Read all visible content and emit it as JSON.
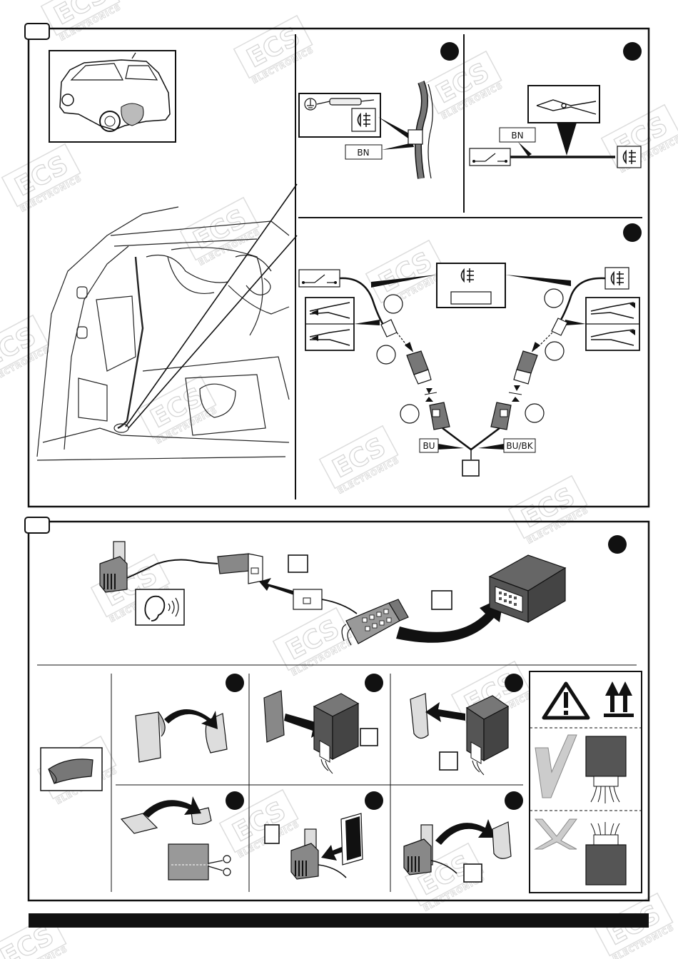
{
  "watermark": {
    "logo": "ECS",
    "text": "ELECTRONICS"
  },
  "wire_labels": {
    "top_left_bn": "BN",
    "top_right_bn": "BN",
    "bottom_left": "BU",
    "bottom_right": "BU/BK"
  },
  "icons": {
    "ground": "ground-icon",
    "fog_lamp": "rear-fog-lamp-icon",
    "switch": "switch-icon",
    "cutter": "wire-cutter-icon",
    "crimper": "crimping-tool-icon",
    "ear": "ear-sound-icon",
    "warning": "warning-triangle-icon",
    "this_way_up": "this-way-up-icon",
    "check": "check-mark-icon",
    "cross": "cross-mark-icon"
  },
  "colors": {
    "stroke": "#111111",
    "gray_fill": "#666666",
    "dark_fill": "#555555",
    "footer": "#111111"
  }
}
